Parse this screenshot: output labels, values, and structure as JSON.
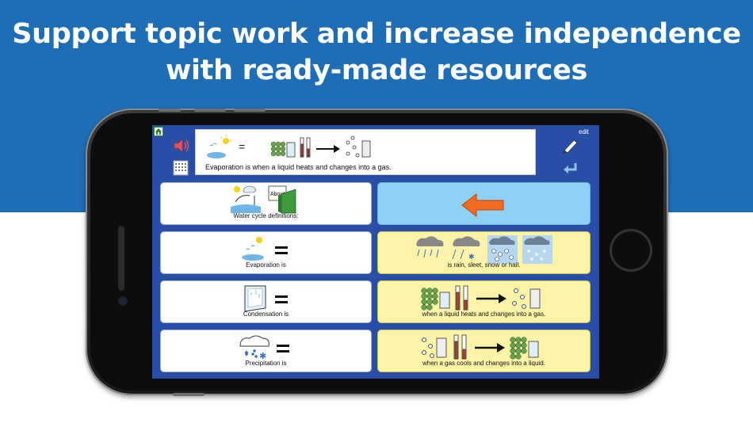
{
  "headline": {
    "line1": "Support topic work and increase independence",
    "line2": "with ready-made resources"
  },
  "app": {
    "edit_label": "edit",
    "message_bar": {
      "text": "Evaporation is when a liquid heats and changes into a gas."
    },
    "cards": [
      {
        "label": "Water cycle definitions:",
        "about_label": "About",
        "color": "white",
        "icon": "water-cycle-book-icon"
      },
      {
        "label": "",
        "color": "blue",
        "icon": "back-arrow-icon"
      },
      {
        "label": "Evaporation is",
        "color": "white",
        "icon": "evaporation-icon"
      },
      {
        "label": "is rain, sleet, snow or hail.",
        "color": "yellow",
        "icon": "weather-clouds-icon"
      },
      {
        "label": "Condensation is",
        "color": "white",
        "icon": "condensation-window-icon"
      },
      {
        "label": "when a liquid heats and changes into a gas.",
        "color": "yellow",
        "icon": "liquid-to-gas-icon"
      },
      {
        "label": "Precipitation is",
        "color": "white",
        "icon": "precipitation-cloud-icon"
      },
      {
        "label": "when a gas cools and changes into a liquid.",
        "color": "yellow",
        "icon": "gas-to-liquid-icon"
      }
    ]
  },
  "colors": {
    "brand_blue": "#1e6db5",
    "screen_blue": "#294ea5",
    "card_yellow": "#fbf3a8",
    "card_blue": "#8fd1f5",
    "arrow_orange": "#f26b21"
  }
}
